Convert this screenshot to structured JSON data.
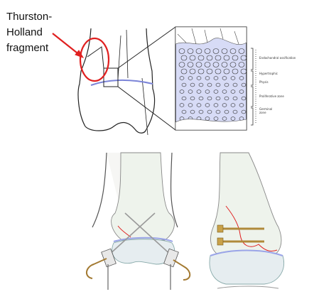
{
  "callout": {
    "lines": [
      "Thurston-",
      "Holland",
      "fragment"
    ]
  },
  "zones": {
    "endochondral": "Endochondral ossification",
    "hypertrophic": "Hypertrophic",
    "physis": "Physis",
    "proliferative": "Proliferative zone",
    "germinal": "Germinal",
    "germinal_2": "zone"
  },
  "colors": {
    "highlight": "#e02020",
    "growth_plate": "#b8bff0",
    "bone_fill": "#eef3ec",
    "line": "#222222",
    "screw": "#b08a3a",
    "pin": "#a37a32"
  }
}
